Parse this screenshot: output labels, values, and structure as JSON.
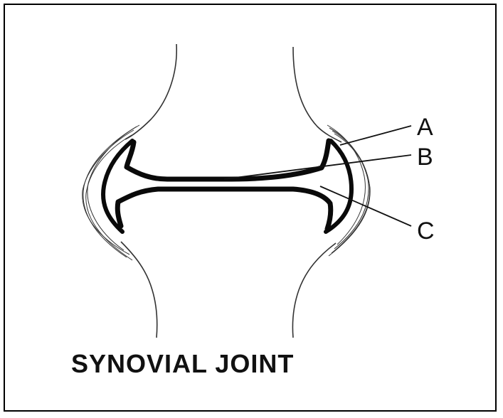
{
  "diagram": {
    "caption": "SYNOVIAL JOINT",
    "labels": {
      "a": "A",
      "b": "B",
      "c": "C"
    },
    "colors": {
      "line": "#111111",
      "background": "#ffffff",
      "border": "#000000"
    }
  }
}
